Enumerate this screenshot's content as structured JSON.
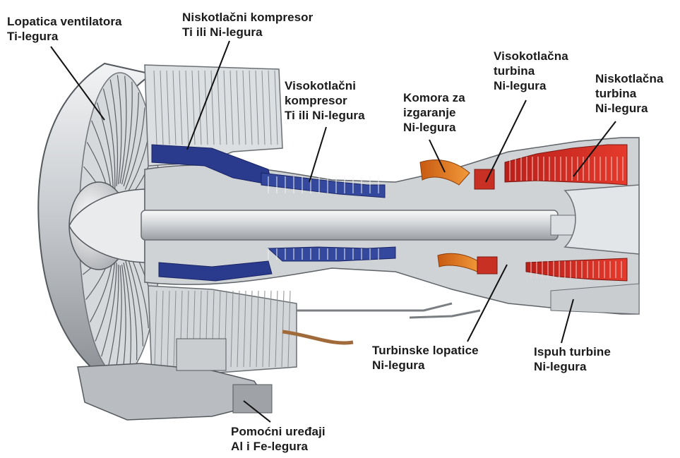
{
  "labels": {
    "fan_blade": {
      "line1": "Lopatica ventilatora",
      "line2": "Ti-legura"
    },
    "lp_compressor": {
      "line1": "Niskotlačni kompresor",
      "line2": "Ti ili Ni-legura"
    },
    "hp_compressor": {
      "line1": "Visokotlačni",
      "line2": "kompresor",
      "line3": "Ti ili Ni-legura"
    },
    "combustor": {
      "line1": "Komora za",
      "line2": "izgaranje",
      "line3": "Ni-legura"
    },
    "hp_turbine": {
      "line1": "Visokotlačna",
      "line2": "turbina",
      "line3": "Ni-legura"
    },
    "lp_turbine": {
      "line1": "Niskotlačna",
      "line2": "turbina",
      "line3": "Ni-legura"
    },
    "turbine_blades": {
      "line1": "Turbinske lopatice",
      "line2": "Ni-legura"
    },
    "exhaust": {
      "line1": "Ispuh turbine",
      "line2": "Ni-legura"
    },
    "accessories": {
      "line1": "Pomoćni uređaji",
      "line2": "Al i Fe-legura"
    }
  },
  "colors": {
    "metal_light": "#e4e6e8",
    "metal_mid": "#b9bdc1",
    "metal_dark": "#6f7378",
    "compressor_blue": "#2a3a8c",
    "combustor_orange": "#e0781e",
    "turbine_red": "#d42a22",
    "leader": "#111111"
  }
}
